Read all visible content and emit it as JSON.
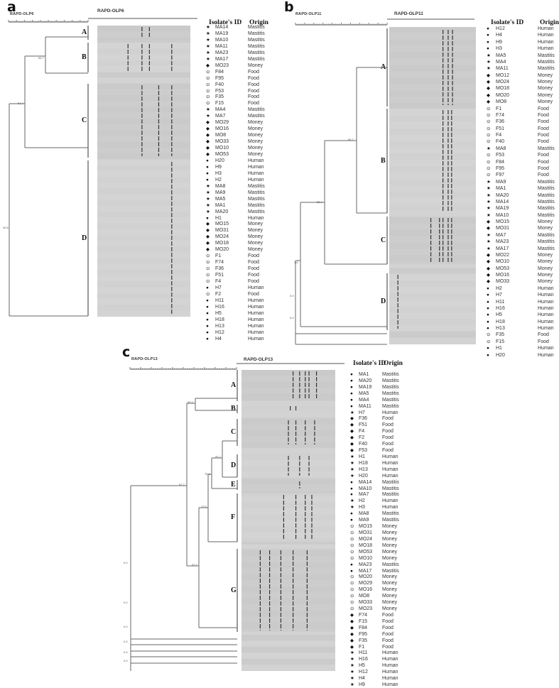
{
  "panels": [
    {
      "letter": "a",
      "dendro_title": "RAPD-OLP6",
      "gel_title": "RAPD-OLP6",
      "header": {
        "id": "Isolate's ID",
        "origin": "Origin"
      },
      "icons": {
        "Mastitis": "star",
        "Money": "diamond",
        "Food": "circled-dot",
        "Human": "circle"
      },
      "clusters": [
        "A",
        "B",
        "C",
        "D"
      ],
      "node_values": [
        "64.7",
        "51.4",
        "40.8"
      ],
      "rows": [
        {
          "id": "MA14",
          "origin": "Mastitis"
        },
        {
          "id": "MA19",
          "origin": "Mastitis"
        },
        {
          "id": "MA10",
          "origin": "Mastitis"
        },
        {
          "id": "MA11",
          "origin": "Mastitis"
        },
        {
          "id": "MA23",
          "origin": "Mastitis"
        },
        {
          "id": "MA17",
          "origin": "Mastitis"
        },
        {
          "id": "MO23",
          "origin": "Money"
        },
        {
          "id": "F84",
          "origin": "Food"
        },
        {
          "id": "F95",
          "origin": "Food"
        },
        {
          "id": "F40",
          "origin": "Food"
        },
        {
          "id": "F53",
          "origin": "Food"
        },
        {
          "id": "F35",
          "origin": "Food"
        },
        {
          "id": "F15",
          "origin": "Food"
        },
        {
          "id": "MA4",
          "origin": "Mastitis"
        },
        {
          "id": "MA7",
          "origin": "Mastitis"
        },
        {
          "id": "MO29",
          "origin": "Money"
        },
        {
          "id": "MO16",
          "origin": "Money"
        },
        {
          "id": "MO8",
          "origin": "Money"
        },
        {
          "id": "MO33",
          "origin": "Money"
        },
        {
          "id": "MO10",
          "origin": "Money"
        },
        {
          "id": "MO53",
          "origin": "Money"
        },
        {
          "id": "H20",
          "origin": "Human"
        },
        {
          "id": "H9",
          "origin": "Human"
        },
        {
          "id": "H3",
          "origin": "Human"
        },
        {
          "id": "H2",
          "origin": "Human"
        },
        {
          "id": "MA8",
          "origin": "Mastitis"
        },
        {
          "id": "MA9",
          "origin": "Mastitis"
        },
        {
          "id": "MA5",
          "origin": "Mastitis"
        },
        {
          "id": "MA1",
          "origin": "Mastitis"
        },
        {
          "id": "MA20",
          "origin": "Mastitis"
        },
        {
          "id": "H1",
          "origin": "Human"
        },
        {
          "id": "MO15",
          "origin": "Money"
        },
        {
          "id": "MO31",
          "origin": "Money"
        },
        {
          "id": "MO24",
          "origin": "Money"
        },
        {
          "id": "MO18",
          "origin": "Money"
        },
        {
          "id": "MO20",
          "origin": "Money"
        },
        {
          "id": "F1",
          "origin": "Food"
        },
        {
          "id": "F74",
          "origin": "Food"
        },
        {
          "id": "F36",
          "origin": "Food"
        },
        {
          "id": "F51",
          "origin": "Food"
        },
        {
          "id": "F4",
          "origin": "Food"
        },
        {
          "id": "H7",
          "origin": "Human"
        },
        {
          "id": "F2",
          "origin": "Food"
        },
        {
          "id": "H11",
          "origin": "Human"
        },
        {
          "id": "H16",
          "origin": "Human"
        },
        {
          "id": "H5",
          "origin": "Human"
        },
        {
          "id": "H18",
          "origin": "Human"
        },
        {
          "id": "H13",
          "origin": "Human"
        },
        {
          "id": "H12",
          "origin": "Human"
        },
        {
          "id": "H4",
          "origin": "Human"
        }
      ]
    },
    {
      "letter": "b",
      "dendro_title": "RAPD-OLP11",
      "gel_title": "RAPD-OLP11",
      "header": {
        "id": "Isolate's ID",
        "origin": "Origin"
      },
      "icons": {
        "Mastitis": "star",
        "Money": "diamond",
        "Food": "circled-dot",
        "Human": "circle"
      },
      "clusters": [
        "A",
        "B",
        "C",
        "D"
      ],
      "node_values": [
        "66.7",
        "55.1",
        "1.8",
        "0.0",
        "0.0"
      ],
      "rows": [
        {
          "id": "H12",
          "origin": "Human"
        },
        {
          "id": "H4",
          "origin": "Human"
        },
        {
          "id": "H9",
          "origin": "Human"
        },
        {
          "id": "H3",
          "origin": "Human"
        },
        {
          "id": "MA5",
          "origin": "Mastitis"
        },
        {
          "id": "MA4",
          "origin": "Mastitis"
        },
        {
          "id": "MA11",
          "origin": "Mastitis"
        },
        {
          "id": "MO12",
          "origin": "Money"
        },
        {
          "id": "MO24",
          "origin": "Money"
        },
        {
          "id": "MO18",
          "origin": "Money"
        },
        {
          "id": "MO20",
          "origin": "Money"
        },
        {
          "id": "MO8",
          "origin": "Money"
        },
        {
          "id": "F1",
          "origin": "Food"
        },
        {
          "id": "F74",
          "origin": "Food"
        },
        {
          "id": "F36",
          "origin": "Food"
        },
        {
          "id": "F51",
          "origin": "Food"
        },
        {
          "id": "F4",
          "origin": "Food"
        },
        {
          "id": "F40",
          "origin": "Food"
        },
        {
          "id": "MA8",
          "origin": "Mastitis"
        },
        {
          "id": "F53",
          "origin": "Food"
        },
        {
          "id": "F84",
          "origin": "Food"
        },
        {
          "id": "F95",
          "origin": "Food"
        },
        {
          "id": "F97",
          "origin": "Food"
        },
        {
          "id": "MA9",
          "origin": "Mastitis"
        },
        {
          "id": "MA1",
          "origin": "Mastitis"
        },
        {
          "id": "MA20",
          "origin": "Mastitis"
        },
        {
          "id": "MA14",
          "origin": "Mastitis"
        },
        {
          "id": "MA19",
          "origin": "Mastitis"
        },
        {
          "id": "MA10",
          "origin": "Mastitis"
        },
        {
          "id": "MO15",
          "origin": "Money"
        },
        {
          "id": "MO31",
          "origin": "Money"
        },
        {
          "id": "MA7",
          "origin": "Mastitis"
        },
        {
          "id": "MA23",
          "origin": "Mastitis"
        },
        {
          "id": "MA17",
          "origin": "Mastitis"
        },
        {
          "id": "MO22",
          "origin": "Money"
        },
        {
          "id": "MO10",
          "origin": "Money"
        },
        {
          "id": "MO53",
          "origin": "Money"
        },
        {
          "id": "MO16",
          "origin": "Money"
        },
        {
          "id": "MO33",
          "origin": "Money"
        },
        {
          "id": "H2",
          "origin": "Human"
        },
        {
          "id": "H7",
          "origin": "Human"
        },
        {
          "id": "H11",
          "origin": "Human"
        },
        {
          "id": "H16",
          "origin": "Human"
        },
        {
          "id": "H5",
          "origin": "Human"
        },
        {
          "id": "H18",
          "origin": "Human"
        },
        {
          "id": "H13",
          "origin": "Human"
        },
        {
          "id": "F35",
          "origin": "Food"
        },
        {
          "id": "F15",
          "origin": "Food"
        },
        {
          "id": "H1",
          "origin": "Human"
        },
        {
          "id": "H20",
          "origin": "Human"
        }
      ]
    },
    {
      "letter": "c",
      "dendro_title": "RAPD-OLP13",
      "gel_title": "RAPD-OLP13",
      "header": {
        "id": "Isolate's ID",
        "origin": "Origin"
      },
      "icons": {
        "Mastitis": "circle",
        "Money": "circled-dot",
        "Food": "diamond",
        "Human": "star"
      },
      "clusters": [
        "A",
        "B",
        "C",
        "D",
        "E",
        "F",
        "G"
      ],
      "node_values": [
        "80.9",
        "62.7",
        "85.7",
        "75.6",
        "72.6",
        "53.2",
        "0.0",
        "0.0",
        "0.0",
        "0.0",
        "0.0",
        "0.0"
      ],
      "rows": [
        {
          "id": "MA1",
          "origin": "Mastitis"
        },
        {
          "id": "MA20",
          "origin": "Mastitis"
        },
        {
          "id": "MA19",
          "origin": "Mastitis"
        },
        {
          "id": "MA5",
          "origin": "Mastitis"
        },
        {
          "id": "MA4",
          "origin": "Mastitis"
        },
        {
          "id": "MA11",
          "origin": "Mastitis"
        },
        {
          "id": "H7",
          "origin": "Human"
        },
        {
          "id": "F36",
          "origin": "Food"
        },
        {
          "id": "F51",
          "origin": "Food"
        },
        {
          "id": "F4",
          "origin": "Food"
        },
        {
          "id": "F2",
          "origin": "Food"
        },
        {
          "id": "F40",
          "origin": "Food"
        },
        {
          "id": "F53",
          "origin": "Food"
        },
        {
          "id": "H1",
          "origin": "Human"
        },
        {
          "id": "H18",
          "origin": "Human"
        },
        {
          "id": "H13",
          "origin": "Human"
        },
        {
          "id": "H20",
          "origin": "Human"
        },
        {
          "id": "MA14",
          "origin": "Mastitis"
        },
        {
          "id": "MA10",
          "origin": "Mastitis"
        },
        {
          "id": "MA7",
          "origin": "Mastitis"
        },
        {
          "id": "H2",
          "origin": "Human"
        },
        {
          "id": "H3",
          "origin": "Human"
        },
        {
          "id": "MA8",
          "origin": "Mastitis"
        },
        {
          "id": "MA9",
          "origin": "Mastitis"
        },
        {
          "id": "MO15",
          "origin": "Money"
        },
        {
          "id": "MO31",
          "origin": "Money"
        },
        {
          "id": "MO24",
          "origin": "Money"
        },
        {
          "id": "MO18",
          "origin": "Money"
        },
        {
          "id": "MO53",
          "origin": "Money"
        },
        {
          "id": "MO10",
          "origin": "Money"
        },
        {
          "id": "MA23",
          "origin": "Mastitis"
        },
        {
          "id": "MA17",
          "origin": "Mastitis"
        },
        {
          "id": "MO20",
          "origin": "Money"
        },
        {
          "id": "MO29",
          "origin": "Money"
        },
        {
          "id": "MO16",
          "origin": "Money"
        },
        {
          "id": "MO8",
          "origin": "Money"
        },
        {
          "id": "MO33",
          "origin": "Money"
        },
        {
          "id": "MO23",
          "origin": "Money"
        },
        {
          "id": "F74",
          "origin": "Food"
        },
        {
          "id": "F15",
          "origin": "Food"
        },
        {
          "id": "F84",
          "origin": "Food"
        },
        {
          "id": "F95",
          "origin": "Food"
        },
        {
          "id": "F35",
          "origin": "Food"
        },
        {
          "id": "F1",
          "origin": "Food"
        },
        {
          "id": "H11",
          "origin": "Human"
        },
        {
          "id": "H16",
          "origin": "Human"
        },
        {
          "id": "H5",
          "origin": "Human"
        },
        {
          "id": "H12",
          "origin": "Human"
        },
        {
          "id": "H4",
          "origin": "Human"
        },
        {
          "id": "H9",
          "origin": "Human"
        }
      ]
    }
  ]
}
